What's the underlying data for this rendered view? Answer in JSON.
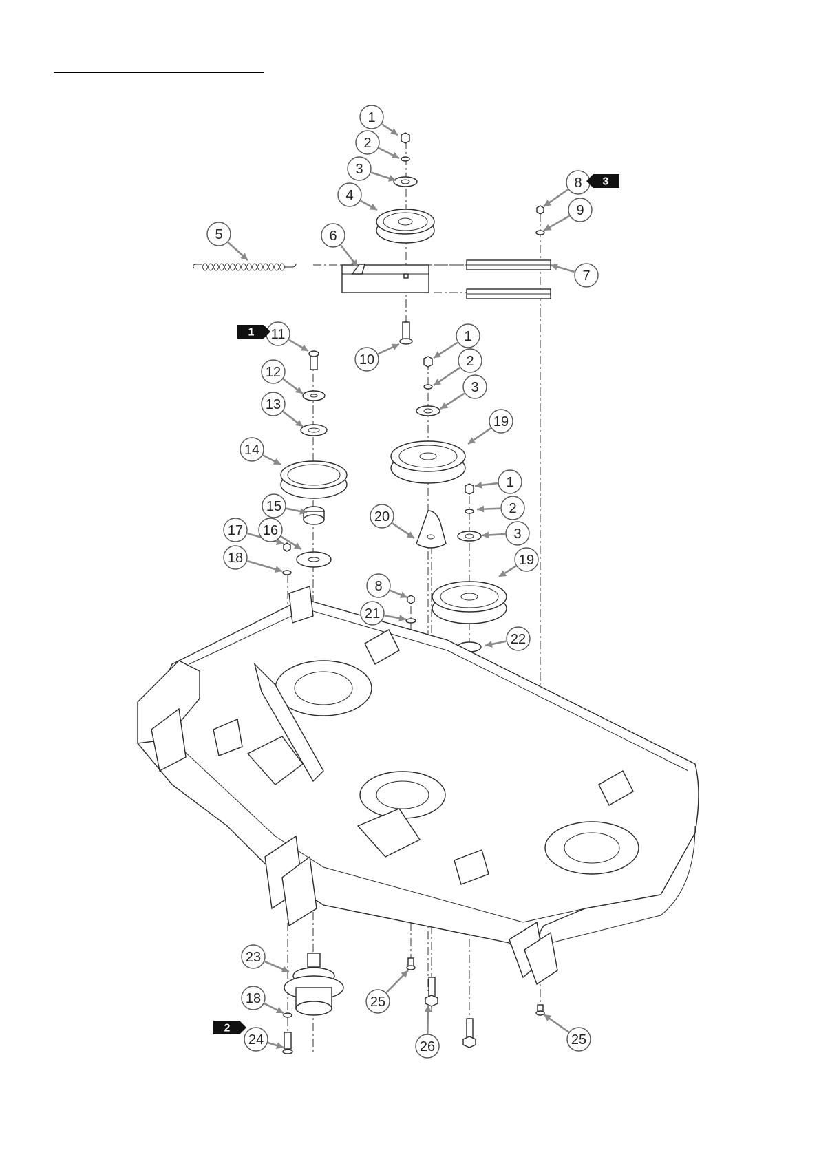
{
  "diagram": {
    "callouts": [
      {
        "num": "1"
      },
      {
        "num": "2"
      },
      {
        "num": "3"
      },
      {
        "num": "4"
      },
      {
        "num": "5"
      },
      {
        "num": "6"
      },
      {
        "num": "7"
      },
      {
        "num": "8"
      },
      {
        "num": "9"
      },
      {
        "num": "10"
      },
      {
        "num": "11"
      },
      {
        "num": "12"
      },
      {
        "num": "13"
      },
      {
        "num": "14"
      },
      {
        "num": "1"
      },
      {
        "num": "2"
      },
      {
        "num": "3"
      },
      {
        "num": "19"
      },
      {
        "num": "1"
      },
      {
        "num": "2"
      },
      {
        "num": "3"
      },
      {
        "num": "19"
      },
      {
        "num": "15"
      },
      {
        "num": "16"
      },
      {
        "num": "17"
      },
      {
        "num": "18"
      },
      {
        "num": "20"
      },
      {
        "num": "8"
      },
      {
        "num": "21"
      },
      {
        "num": "22"
      },
      {
        "num": "23"
      },
      {
        "num": "18"
      },
      {
        "num": "24"
      },
      {
        "num": "25"
      },
      {
        "num": "26"
      },
      {
        "num": "25"
      }
    ],
    "tags": [
      {
        "label": "3"
      },
      {
        "label": "1"
      },
      {
        "label": "2"
      }
    ]
  },
  "colors": {
    "line": "#2a2a2a",
    "leader": "#8a8a8a",
    "tag_fill": "#111111",
    "background": "#ffffff"
  }
}
